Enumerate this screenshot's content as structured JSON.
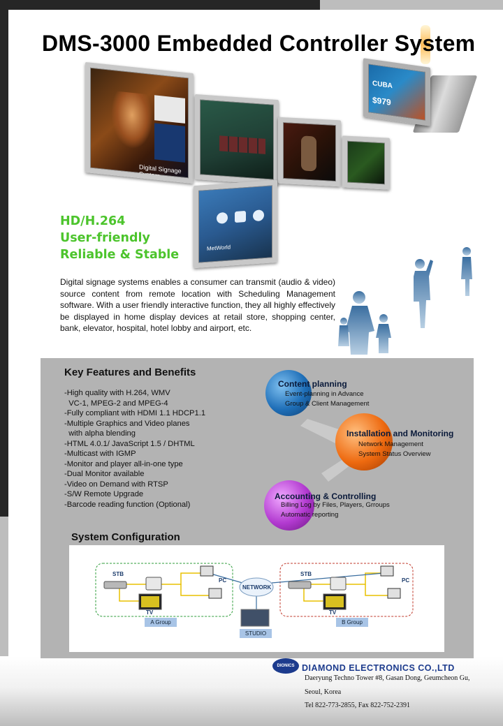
{
  "title": "DMS-3000 Embedded Controller System",
  "screens": {
    "screen1_text": "Digital Signage System",
    "screen5_brand": "MetWorld",
    "kiosk_brand": "CUBA",
    "kiosk_price": "$979"
  },
  "taglines": [
    "HD/H.264",
    "User-friendly",
    "Reliable & Stable"
  ],
  "intro": "Digital signage systems enables a consumer can transmit (audio & video) source content from remote location with Scheduling Management software. With a user friendly interactive function, they all highly effectively be displayed in home display devices at retail store, shopping center, bank, elevator, hospital, hotel lobby and airport, etc.",
  "key_features": {
    "title": "Key Features and Benefits",
    "items": [
      "-High quality with H.264, WMV",
      "  VC-1, MPEG-2 and MPEG-4",
      "-Fully compliant with HDMI 1.1 HDCP1.1",
      "-Multiple Graphics and Video planes",
      "  with alpha blending",
      "-HTML 4.0.1/ JavaScript 1.5 / DHTML",
      "-Multicast with IGMP",
      "-Monitor and player all-in-one type",
      "-Dual Monitor available",
      "-Video on Demand with RTSP",
      "-S/W Remote Upgrade",
      "-Barcode reading function (Optional)"
    ]
  },
  "circles": [
    {
      "title": "Content planning",
      "lines": [
        "Event-planning in Advance",
        "Group & Client Management"
      ],
      "color": "#1f6fb8"
    },
    {
      "title": "Installation and Monitoring",
      "lines": [
        "Network Management",
        "System Status Overview"
      ],
      "color": "#ee6a10"
    },
    {
      "title": "Accounting & Controlling",
      "lines": [
        "Billing Log by Files, Players, Grroups",
        "Automatic reporting"
      ],
      "color": "#b23ad0"
    }
  ],
  "system_config": {
    "title": "System Configuration",
    "labels": {
      "stb": "STB",
      "tv": "TV",
      "pc": "PC",
      "network": "NETWORK",
      "studio": "STUDIO",
      "group_a": "A Group",
      "group_b": "B Group"
    }
  },
  "company": {
    "logo": "DIONICS",
    "name": "DIAMOND ELECTRONICS  CO.,LTD",
    "address1": "Daeryung Techno Tower #8, Gasan Dong,  Geumcheon Gu,",
    "address2": "Seoul, Korea",
    "tel": "Tel 822-773-2855, Fax 822-752-2391"
  }
}
